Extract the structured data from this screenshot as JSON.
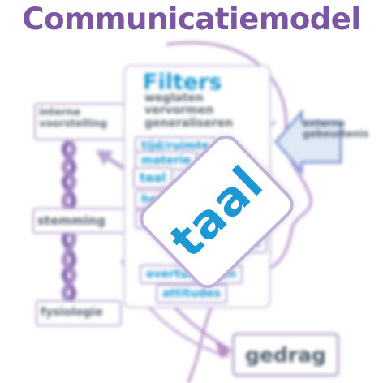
{
  "title": "Communicatiemodel",
  "left": {
    "interne": "interne voorstelling",
    "stemming": "stemming",
    "fysiologie": "fysiologie"
  },
  "filters": {
    "title": "Filters",
    "items": [
      "weglaten",
      "vervormen",
      "generaliseren"
    ]
  },
  "chips": {
    "tijd": "tijd/ruimte",
    "materie": "materie",
    "taal": "taal",
    "her": "her",
    "rest": "...",
    "mas": "ma's",
    "overtuigingen": "overtuigingen",
    "attitudes": "attitudes"
  },
  "extern": "externe gebeurtenis",
  "gedrag": "gedrag",
  "card": "taal",
  "colors": {
    "purple": "#7b56a2",
    "blue": "#1c98d4",
    "lavender": "#b9a7cf",
    "text": "#586574"
  }
}
